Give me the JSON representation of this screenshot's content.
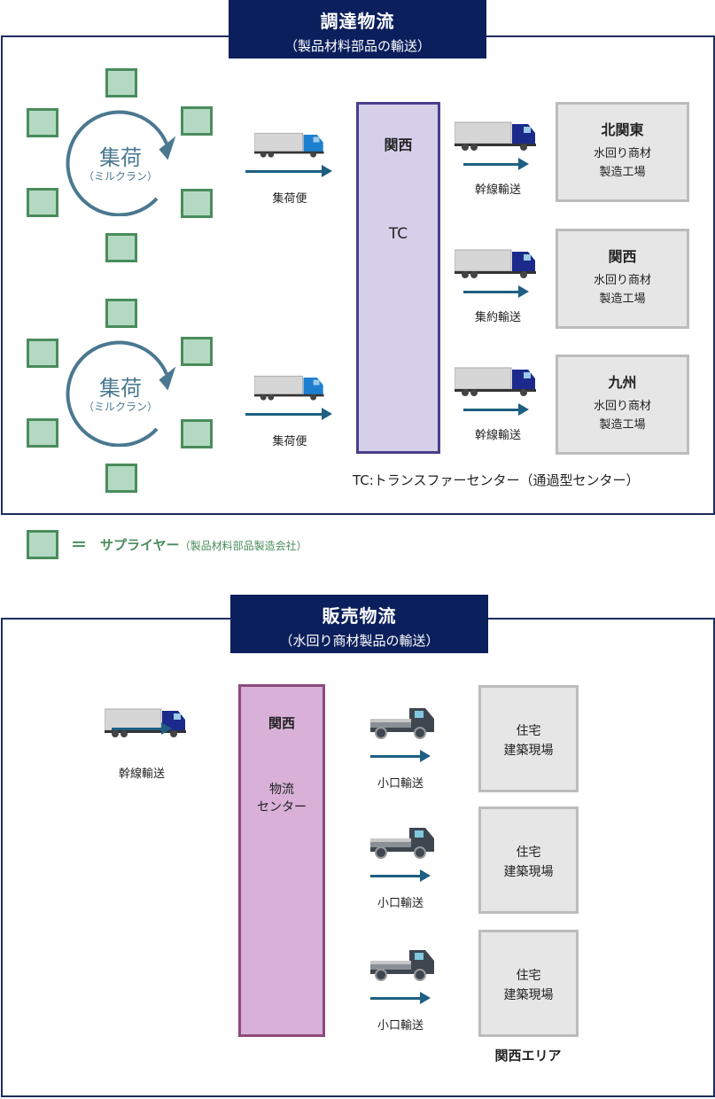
{
  "procurement": {
    "title": "調達物流",
    "subtitle": "（製品材料部品の輸送）",
    "milkrun": {
      "label": "集荷",
      "sub": "（ミルクラン）"
    },
    "pickup_label": "集荷便",
    "tc": {
      "region": "関西",
      "name": "TC"
    },
    "routes": [
      {
        "transport": "幹線輸送",
        "region": "北関東",
        "line1": "水回り商材",
        "line2": "製造工場"
      },
      {
        "transport": "集約輸送",
        "region": "関西",
        "line1": "水回り商材",
        "line2": "製造工場"
      },
      {
        "transport": "幹線輸送",
        "region": "九州",
        "line1": "水回り商材",
        "line2": "製造工場"
      }
    ],
    "tc_note": "TC:トランスファーセンター（通過型センター）"
  },
  "legend": {
    "equals": "＝",
    "label": "サプライヤー",
    "note": "（製品材料部品製造会社）"
  },
  "sales": {
    "title": "販売物流",
    "subtitle": "（水回り商材製品の輸送）",
    "inbound": "幹線輸送",
    "center": {
      "region": "関西",
      "line1": "物流",
      "line2": "センター"
    },
    "deliveries": [
      {
        "transport": "小口輸送",
        "line1": "住宅",
        "line2": "建築現場"
      },
      {
        "transport": "小口輸送",
        "line1": "住宅",
        "line2": "建築現場"
      },
      {
        "transport": "小口輸送",
        "line1": "住宅",
        "line2": "建築現場"
      }
    ],
    "area": "関西エリア"
  }
}
